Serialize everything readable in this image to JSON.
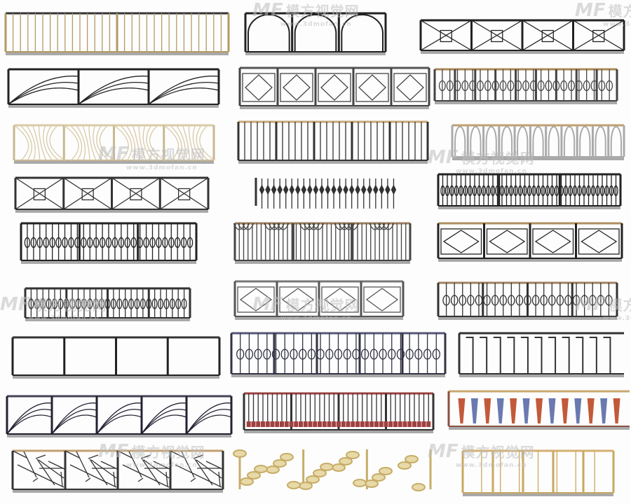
{
  "watermark": {
    "logo": "MF",
    "name": "模方视觉网",
    "url": "www.3dmofan.cn"
  }
}
